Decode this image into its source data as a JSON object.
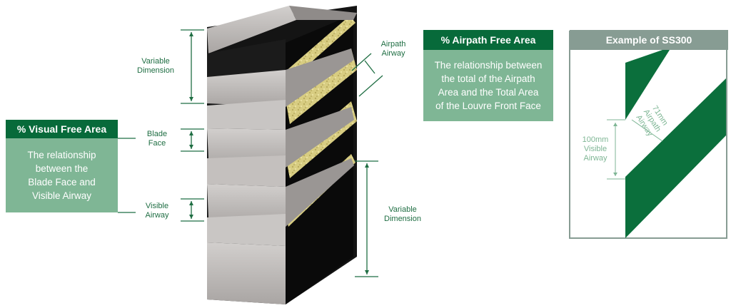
{
  "colors": {
    "dark_green": "#076a3a",
    "light_green": "#7fb695",
    "grey_header": "#879c93",
    "label_green": "#1f6e43",
    "stripe_green": "#0b6f3c",
    "blade_grey": "#b9b5b3",
    "body_black": "#151515",
    "insulation": "#d9cf86"
  },
  "visual_free_area": {
    "title": "% Visual Free Area",
    "lines": [
      "The relationship",
      "between the",
      "Blade Face and",
      "Visible Airway"
    ]
  },
  "airpath_free_area": {
    "title": "% Airpath Free Area",
    "lines": [
      "The relationship between",
      "the total of the Airpath",
      "Area and the Total Area",
      "of the Louvre Front Face"
    ]
  },
  "example": {
    "title": "Example of SS300",
    "visible_airway": [
      "100mm",
      "Visible",
      "Airway"
    ],
    "airpath_airway": [
      "71mm",
      "Airpath",
      "Airway"
    ]
  },
  "dimensions": {
    "variable_top": [
      "Variable",
      "Dimension"
    ],
    "blade_face": [
      "Blade",
      "Face"
    ],
    "visible_airway": [
      "Visible",
      "Airway"
    ],
    "variable_bottom": [
      "Variable",
      "Dimension"
    ],
    "airpath_airway": [
      "Airpath",
      "Airway"
    ]
  }
}
